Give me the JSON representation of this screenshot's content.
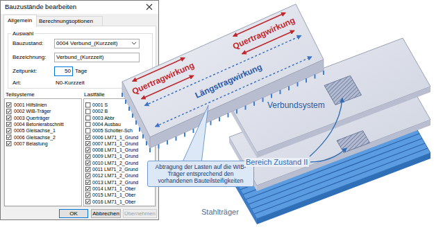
{
  "diagram": {
    "nodes": [
      {
        "text": [
          "Bauzustände bearbeiten"
        ]
      },
      {
        "text": [
          "Auswahl"
        ],
        "in": 0
      },
      {
        "text": [
          "0004 Verbund_(Kurzzeit)"
        ],
        "in": 1
      },
      {
        "text": [
          "Verbund_(Kurzzeit)"
        ],
        "in": 1
      },
      {
        "text": [
          "50"
        ],
        "in": 1
      },
      {
        "text": [
          "Teilsysteme",
          "0001 Hilfslinien",
          "0002 WIB-Träger",
          "0003 Querträger",
          "0004 Betonierabschnitt",
          "0005 Gleisachse_1",
          "0006 Gleisachse_2",
          "0007 Belastung"
        ],
        "in": 0
      },
      {
        "text": [
          "Lastfälle",
          "0001 S",
          "0002 B",
          "0003 Abbr",
          "0004 Ausbau",
          "0005 Schotter-Sch",
          "0006 LM71_1_Grund",
          "0007 LM71_1_Grund",
          "0008 LM71_1_Grund",
          "0009 LM71_1_Grund",
          "0010 LM71_2_Grund",
          "0011 LM71_2_Grund",
          "0012 LM71_2_Grund",
          "0013 LM71_2_Grund",
          "0014 LM71_1_Ober",
          "0015 LM71_1_Ober",
          "0016 LM71_1_Ober"
        ],
        "in": 0
      },
      {
        "text": [
          "OK"
        ],
        "in": 0
      },
      {
        "text": [
          "Abbrechen"
        ],
        "in": 0
      },
      {
        "text": [
          "Übernehmen"
        ],
        "in": 0
      },
      {
        "text": [
          "Abtragung der Lasten auf die WIB-Träger entsprechend den vorhandenen Bauteilsteifigkeiten"
        ]
      }
    ],
    "labels": [
      "Allgemein",
      "Berechnungsoptionen",
      "Bauzustand:",
      "Bezeichnung:",
      "Zeitpunkt:",
      "Tage",
      "Art:",
      "N0-Kurzzeit",
      "Quertragwirkung",
      "Längstragwirkung",
      "Quertragwirkung",
      "Verbundsystem",
      "Bereich Zustand II",
      "Stahlträger"
    ]
  }
}
